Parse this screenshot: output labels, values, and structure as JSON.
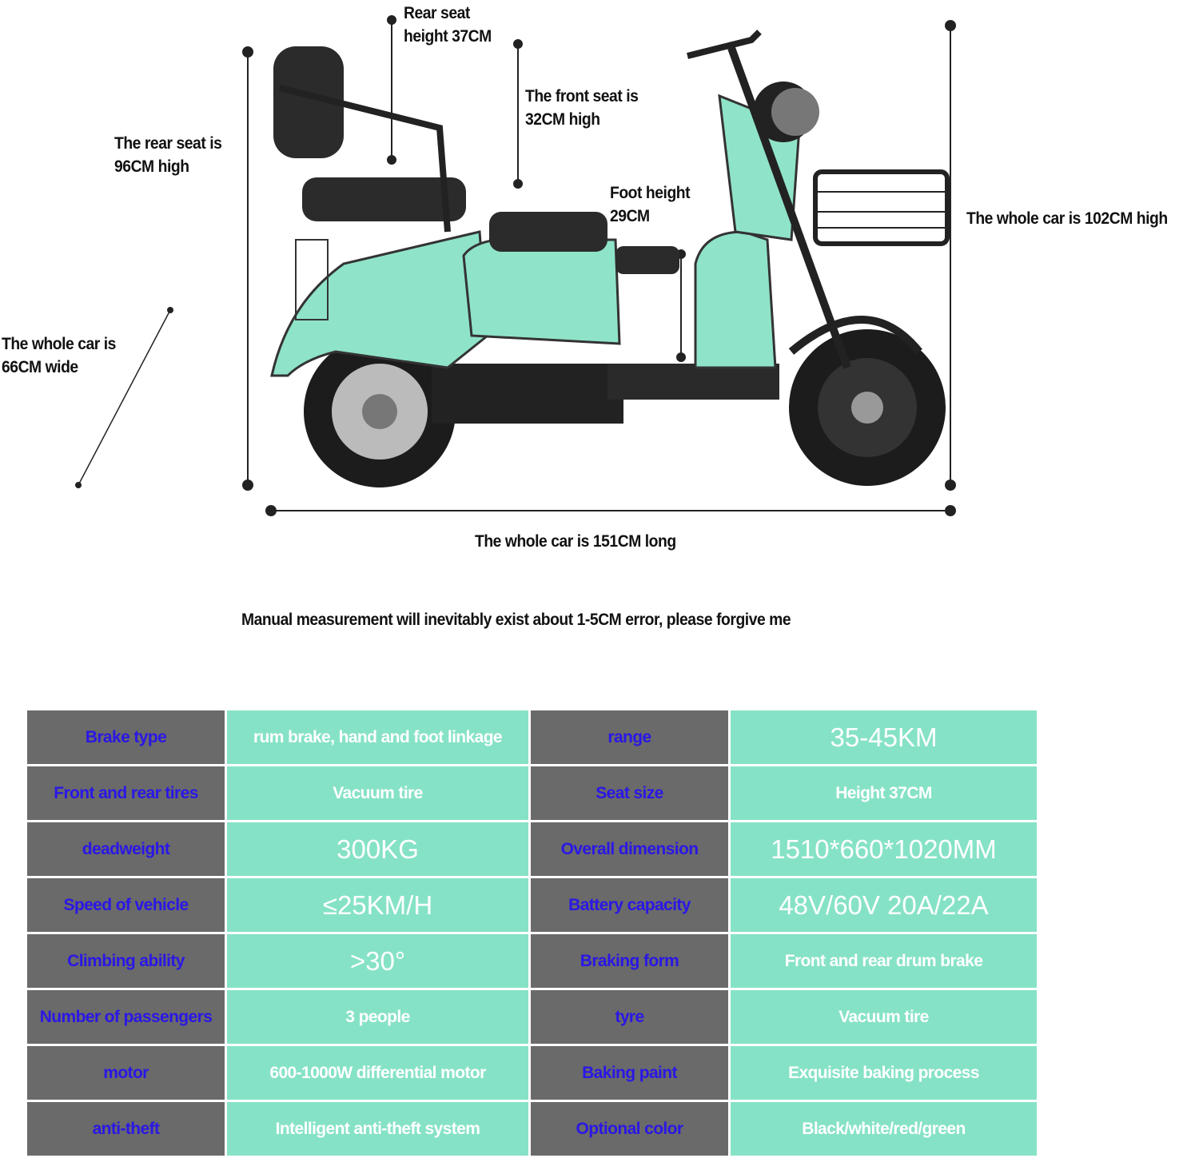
{
  "annotations": {
    "rear_seat_height": [
      "Rear seat",
      "height 37CM"
    ],
    "front_seat": [
      "The front seat is",
      "32CM high"
    ],
    "rear_seat": [
      "The rear seat is",
      "96CM high"
    ],
    "foot": [
      "Foot height",
      "29CM"
    ],
    "whole_high": "The whole car is 102CM high",
    "whole_wide": [
      "The whole car is",
      "66CM wide"
    ],
    "whole_long": "The whole car is 151CM long",
    "note": "Manual measurement will inevitably exist about 1-5CM error, please forgive me"
  },
  "colors": {
    "key_bg": "#6a6a6a",
    "key_text": "#2a17e6",
    "value_bg": "#86e2c6",
    "body": "#8fe3c9"
  },
  "specs": [
    {
      "k1": "Brake type",
      "v1": "rum brake, hand and foot linkage",
      "k2": "range",
      "v2": "35-45KM"
    },
    {
      "k1": "Front and rear tires",
      "v1": "Vacuum tire",
      "k2": "Seat size",
      "v2": "Height 37CM"
    },
    {
      "k1": "deadweight",
      "v1": "300KG",
      "k2": "Overall dimension",
      "v2": "1510*660*1020MM"
    },
    {
      "k1": "Speed of vehicle",
      "v1": "≤25KM/H",
      "k2": "Battery capacity",
      "v2": "48V/60V 20A/22A"
    },
    {
      "k1": "Climbing ability",
      "v1": ">30°",
      "k2": "Braking form",
      "v2": "Front and rear drum brake"
    },
    {
      "k1": "Number of passengers",
      "v1": "3 people",
      "k2": "tyre",
      "v2": "Vacuum tire"
    },
    {
      "k1": "motor",
      "v1": "600-1000W differential motor",
      "k2": "Baking paint",
      "v2": "Exquisite baking process"
    },
    {
      "k1": "anti-theft",
      "v1": "Intelligent anti-theft system",
      "k2": "Optional color",
      "v2": "Black/white/red/green"
    }
  ]
}
